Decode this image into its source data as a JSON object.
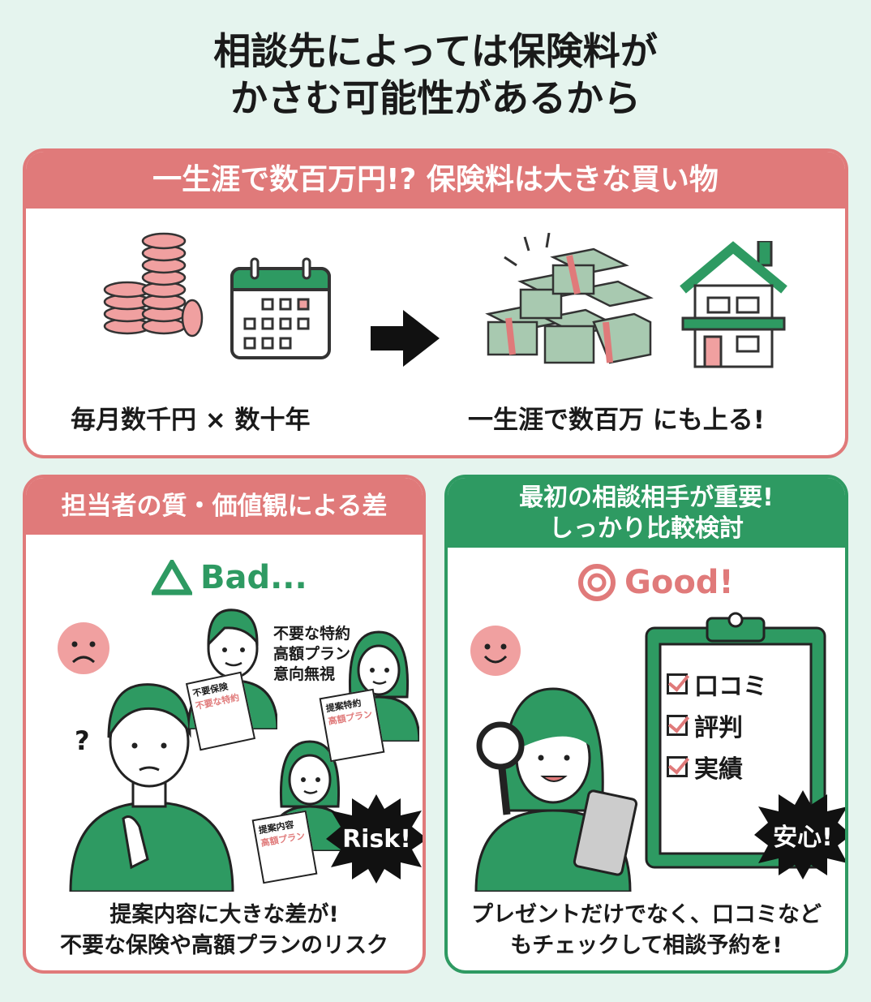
{
  "title": {
    "line1": "相談先によっては保険料が",
    "line2": "かさむ可能性があるから"
  },
  "panel1": {
    "header": "一生涯で数百万円!? 保険料は大きな買い物",
    "left_caption": "毎月数千円 × 数十年",
    "right_caption": "一生涯で数百万 にも上る!",
    "icons": [
      "coins-icon",
      "calendar-icon",
      "arrow-right-icon",
      "money-stack-icon",
      "house-icon"
    ]
  },
  "panel2": {
    "header": "担当者の質・価値観による差",
    "badge": "Bad...",
    "speech": [
      "不要な特約",
      "高額プラン",
      "意向無視"
    ],
    "docs": [
      {
        "title": "不要保険",
        "body": "不要な特約"
      },
      {
        "title": "提案特約",
        "body": "高額プラン"
      },
      {
        "title": "提案内容",
        "body": "高額プラン"
      }
    ],
    "question": "?",
    "burst": "Risk!",
    "bottom": [
      "提案内容に大きな差が!",
      "不要な保険や高額プランのリスク"
    ]
  },
  "panel3": {
    "header": [
      "最初の相談相手が重要!",
      "しっかり比較検討"
    ],
    "badge": "Good!",
    "checklist": [
      "口コミ",
      "評判",
      "実績"
    ],
    "burst": "安心!",
    "bottom": [
      "プレゼントだけでなく、口コミなど",
      "もチェックして相談予約を!"
    ]
  },
  "colors": {
    "pink": "#e07a7a",
    "green": "#2e9a62",
    "background": "#e5f4ee"
  }
}
